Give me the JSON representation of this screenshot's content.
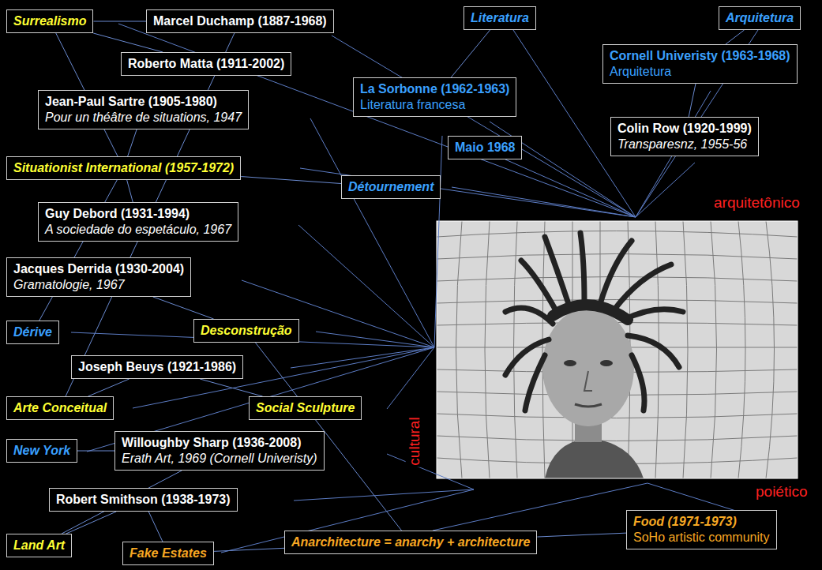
{
  "diagram": {
    "nodes": [
      {
        "text": [
          "Surrealismo"
        ]
      },
      {
        "text": [
          "Marcel Duchamp (1887-1968)"
        ]
      },
      {
        "text": [
          "Literatura"
        ]
      },
      {
        "text": [
          "Arquitetura"
        ]
      },
      {
        "text": [
          "Roberto Matta (1911-2002)"
        ]
      },
      {
        "text": [
          "Cornell Univeristy (1963-1968)",
          "Arquitetura"
        ]
      },
      {
        "text": [
          "La Sorbonne (1962-1963)",
          "Literatura francesa"
        ]
      },
      {
        "text": [
          "Jean-Paul Sartre (1905-1980)",
          "Pour un théâtre de situations, 1947"
        ]
      },
      {
        "text": [
          "Colin Row (1920-1999)",
          "Transparesnz, 1955-56"
        ]
      },
      {
        "text": [
          "Maio 1968"
        ]
      },
      {
        "text": [
          "Situationist International (1957-1972)"
        ]
      },
      {
        "text": [
          "Détournement"
        ]
      },
      {
        "text": [
          "Guy Debord (1931-1994)",
          "A sociedade do espetáculo, 1967"
        ]
      },
      {
        "text": [
          "Jacques Derrida (1930-2004)",
          "Gramatologie, 1967"
        ]
      },
      {
        "text": [
          "Dérive"
        ]
      },
      {
        "text": [
          "Desconstrução"
        ]
      },
      {
        "text": [
          "Joseph Beuys (1921-1986)"
        ]
      },
      {
        "text": [
          "Arte Conceitual"
        ]
      },
      {
        "text": [
          "Social Sculpture"
        ]
      },
      {
        "text": [
          "New York"
        ]
      },
      {
        "text": [
          "Willoughby Sharp (1936-2008)",
          "Erath Art, 1969 (Cornell Univeristy)"
        ]
      },
      {
        "text": [
          "Robert Smithson (1938-1973)"
        ]
      },
      {
        "text": [
          "Land Art"
        ]
      },
      {
        "text": [
          "Fake Estates"
        ]
      },
      {
        "text": [
          "Anarchitecture = anarchy + architecture"
        ]
      },
      {
        "text": [
          "Food (1971-1973)",
          "SoHo artistic community"
        ]
      }
    ],
    "edges": [
      {
        "from": 0,
        "to": 1,
        "arrow": "none"
      },
      {
        "from": 0,
        "to": 4,
        "arrow": "none"
      },
      {
        "from": 0,
        "to": 10,
        "arrow": "none"
      },
      {
        "from": 7,
        "to": 10,
        "arrow": "none"
      },
      {
        "from": 10,
        "to": 12,
        "arrow": "none"
      },
      {
        "from": 10,
        "to": 11,
        "arrow": "none"
      },
      {
        "from": 10,
        "to": 14,
        "arrow": "none"
      },
      {
        "from": 13,
        "to": 15,
        "arrow": "none"
      },
      {
        "from": 16,
        "to": 18,
        "arrow": "none"
      },
      {
        "from": 16,
        "to": 17,
        "arrow": "none"
      },
      {
        "from": 1,
        "to": 17,
        "arrow": "none"
      },
      {
        "from": 20,
        "to": 19,
        "arrow": "none"
      },
      {
        "from": 20,
        "to": 22,
        "arrow": "none"
      },
      {
        "from": 21,
        "to": 22,
        "arrow": "none"
      },
      {
        "from": 21,
        "to": 23,
        "arrow": "none"
      },
      {
        "from": 23,
        "to": 24,
        "arrow": "none"
      },
      {
        "from": 2,
        "to": 6,
        "arrow": "none"
      },
      {
        "from": 3,
        "to": 5,
        "arrow": "none"
      },
      {
        "from": 5,
        "to": 8,
        "arrow": "none"
      },
      {
        "from": 15,
        "to": 24,
        "arrow": "none"
      },
      {
        "from": 24,
        "to": 25,
        "arrow": "none"
      }
    ],
    "labels": [
      "arquitetônico",
      "cultural",
      "poiético"
    ]
  }
}
